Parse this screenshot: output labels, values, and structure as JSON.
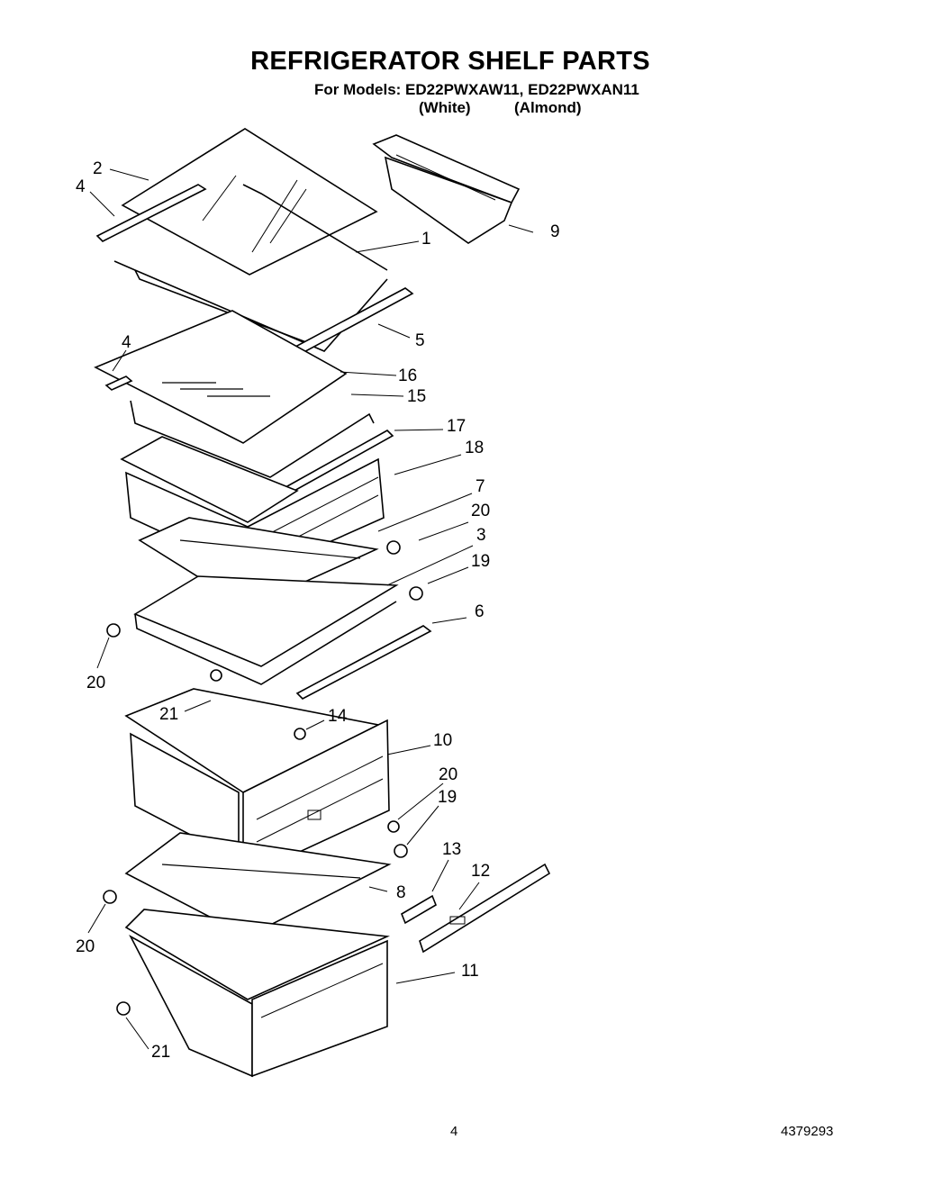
{
  "header": {
    "title": "REFRIGERATOR SHELF PARTS",
    "models_line": "For Models: ED22PWXAW11, ED22PWXAN11",
    "variant_white": "(White)",
    "variant_almond": "(Almond)"
  },
  "callouts": {
    "c1": "1",
    "c2": "2",
    "c4a": "4",
    "c4b": "4",
    "c5": "5",
    "c9": "9",
    "c16": "16",
    "c15": "15",
    "c17": "17",
    "c18": "18",
    "c7": "7",
    "c20a": "20",
    "c3": "3",
    "c19a": "19",
    "c6": "6",
    "c20b": "20",
    "c21a": "21",
    "c14": "14",
    "c10": "10",
    "c20c": "20",
    "c19b": "19",
    "c13": "13",
    "c12": "12",
    "c8": "8",
    "c20d": "20",
    "c11": "11",
    "c21b": "21"
  },
  "footer": {
    "page_number": "4",
    "doc_number": "4379293"
  }
}
